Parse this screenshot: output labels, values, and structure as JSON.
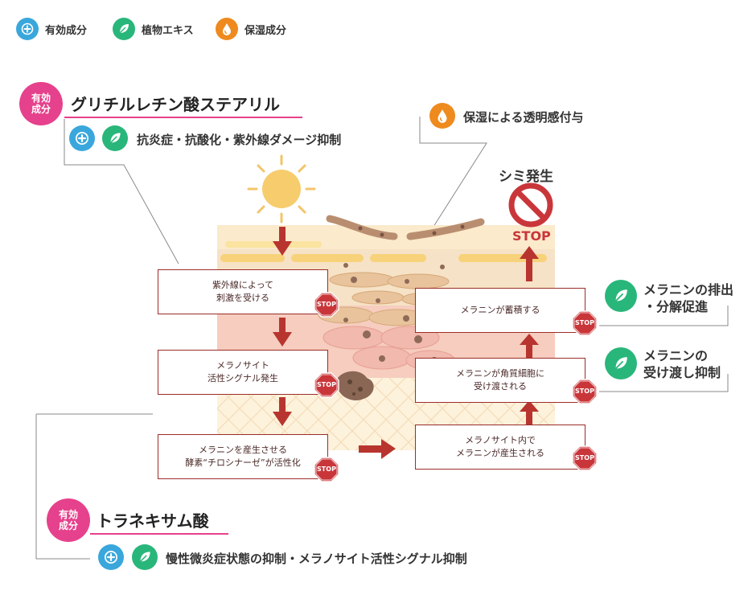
{
  "legend": [
    {
      "icon": "plus-icon",
      "color": "#3aa7dc",
      "label": "有効成分"
    },
    {
      "icon": "leaf-icon",
      "color": "#29b67a",
      "label": "植物エキス"
    },
    {
      "icon": "drop-icon",
      "color": "#ee8a1e",
      "label": "保湿成分"
    }
  ],
  "badge": {
    "line1": "有効",
    "line2": "成分"
  },
  "ingredient1": {
    "name": "グリチルレチン酸ステアリル",
    "effect": "抗炎症・抗酸化・紫外線ダメージ抑制"
  },
  "ingredient2": {
    "name": "トラネキサム酸",
    "effect": "慢性微炎症状態の抑制・メラノサイト活性シグナル抑制"
  },
  "moisture_note": "保湿による透明感付与",
  "spot": {
    "title": "シミ発生",
    "stop_label": "STOP"
  },
  "stop_label": "STOP",
  "left_steps": [
    {
      "line1": "紫外線によって",
      "line2": "刺激を受ける"
    },
    {
      "line1": "メラノサイト",
      "line2": "活性シグナル発生"
    },
    {
      "line1": "メラニンを産生させる",
      "line2": "酵素“チロシナーゼ”が活性化"
    }
  ],
  "right_steps": [
    {
      "line1": "メラニンが蓄積する",
      "line2": ""
    },
    {
      "line1": "メラニンが角質細胞に",
      "line2": "受け渡される"
    },
    {
      "line1": "メラノサイト内で",
      "line2": "メラニンが産生される"
    }
  ],
  "right_effects": [
    {
      "line1": "メラニンの排出",
      "line2": "・分解促進"
    },
    {
      "line1": "メラニンの",
      "line2": "受け渡し抑制"
    }
  ],
  "colors": {
    "pink": "#e6418c",
    "arrow": "#b8352f",
    "border": "#9b2d2a",
    "stop": "#c9363a"
  }
}
